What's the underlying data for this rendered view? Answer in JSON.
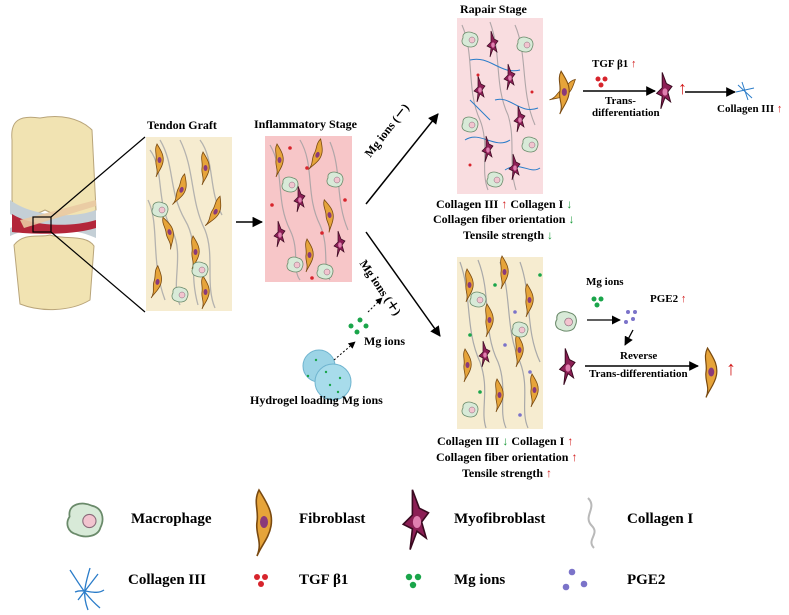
{
  "colors": {
    "inflam_bg": "#f7c6c8",
    "repair_bg": "#f9dde0",
    "graft_bg": "#f6ecd0",
    "healed_bg": "#f6ecd0",
    "up_arrow": "#d21a1a",
    "down_arrow": "#1a9a3a",
    "mg_ion": "#1aa54a",
    "tgf": "#d7242c",
    "pge2": "#7b73c9",
    "fibroblast": "#e6a43a",
    "myofibroblast": "#c23a6a",
    "macrophage": "#cfe3cf",
    "collagen3": "#2a7cc9",
    "collagen1": "#b9b9b9"
  },
  "labels": {
    "tendon_graft": "Tendon Graft",
    "inflammatory_stage": "Inflammatory Stage",
    "repair_stage": "Rapair Stage",
    "mg_minus": "Mg ions (－)",
    "mg_plus": "Mg ions (＋)",
    "mg_ions_small": "Mg ions",
    "hydrogel": "Hydrogel loading Mg ions",
    "tgf": "TGF β1",
    "trans_diff_1": "Trans-",
    "trans_diff_2": "differentiation",
    "collagen3_result": "Collagen III",
    "mg_ions_right": "Mg ions",
    "pge2_right": "PGE2",
    "reverse_1": "Reverse",
    "reverse_2": "Trans-differentiation"
  },
  "outcomes_minus": {
    "line1a": "Collagen III",
    "line1b": "Collagen I",
    "line2": "Collagen fiber orientation",
    "line3": "Tensile strength"
  },
  "outcomes_plus": {
    "line1a": "Collagen III",
    "line1b": "Collagen I",
    "line2": "Collagen fiber orientation",
    "line3": "Tensile strength"
  },
  "arrows": {
    "up": "↑",
    "down": "↓"
  },
  "legend": {
    "macrophage": "Macrophage",
    "fibroblast": "Fibroblast",
    "myofibroblast": "Myofibroblast",
    "collagen1": "Collagen I",
    "collagen3": "Collagen III",
    "tgf": "TGF β1",
    "mg": "Mg ions",
    "pge2": "PGE2"
  }
}
